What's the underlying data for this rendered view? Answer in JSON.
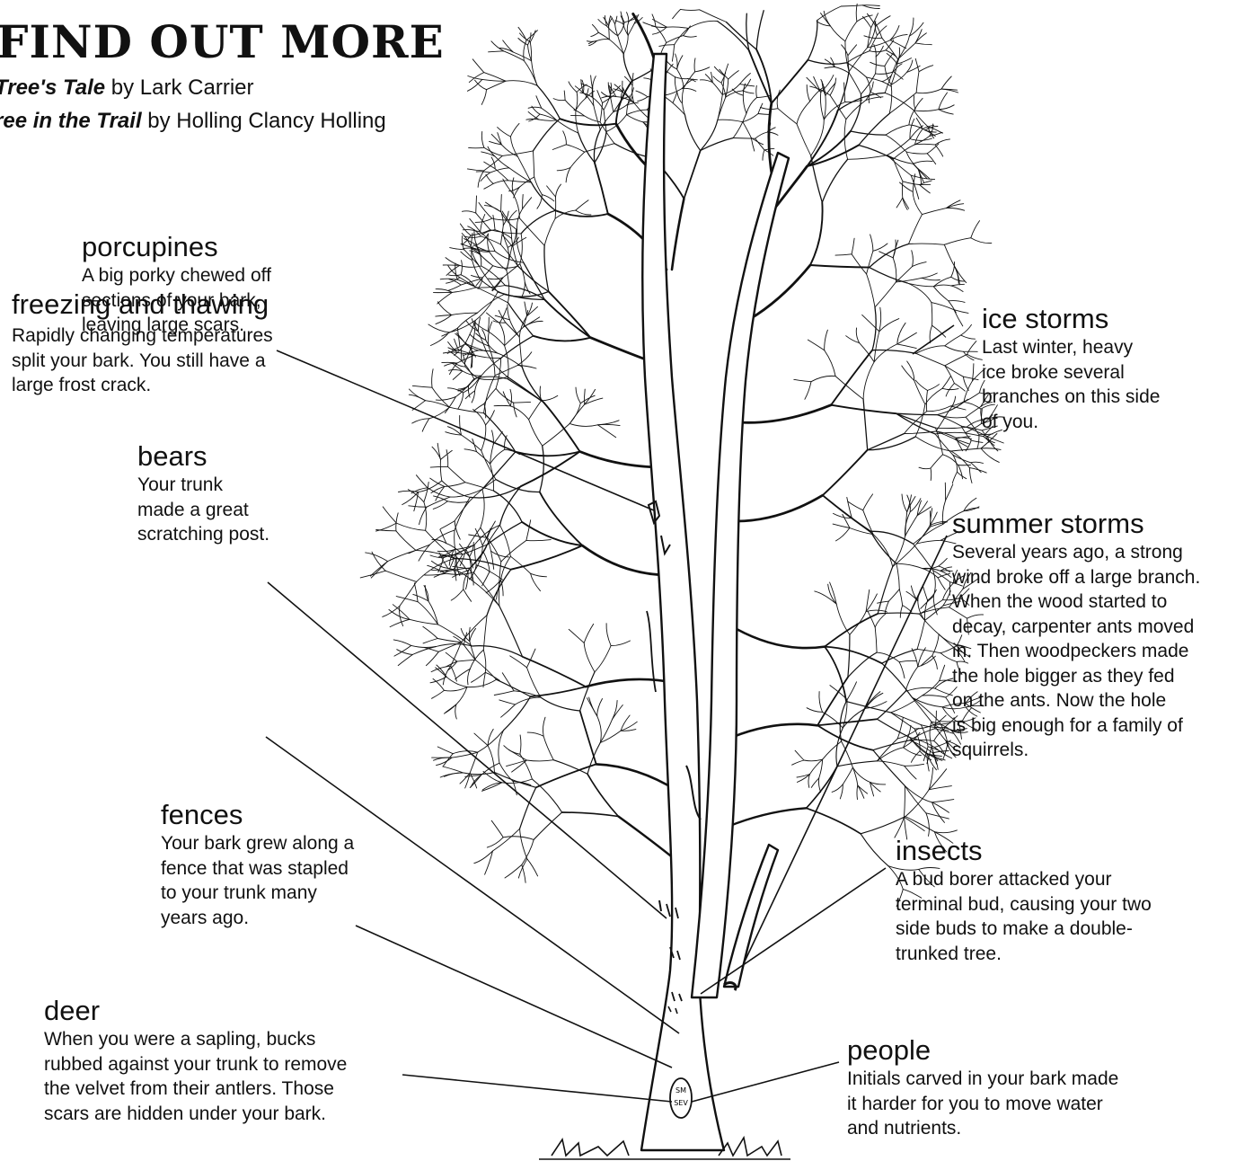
{
  "find_out_more": {
    "heading": "FIND OUT MORE",
    "books": [
      {
        "title": "Tree's Tale",
        "by": " by Lark Carrier"
      },
      {
        "title": "ree in the Trail",
        "by": " by Holling Clancy Holling"
      }
    ]
  },
  "labels": [
    {
      "title": "porcupines",
      "lines": [
        "A big porky chewed off",
        "sections of your bark,",
        "leaving large scars."
      ]
    },
    {
      "title": "ice storms",
      "lines": [
        "Last winter, heavy",
        "ice broke several",
        "branches on this side",
        "of you."
      ]
    },
    {
      "title": "bears",
      "lines": [
        "Your trunk",
        "made a great",
        "scratching post."
      ]
    },
    {
      "title": "summer storms",
      "lines": [
        "Several years ago, a strong",
        "wind broke off a large branch.",
        "When the wood started to",
        "decay, carpenter ants moved",
        "in. Then woodpeckers made",
        "the hole bigger as they fed",
        "on the ants. Now the hole",
        "is big enough for a family of",
        "squirrels."
      ]
    },
    {
      "title": "freezing and thawing",
      "lines": [
        "Rapidly changing temperatures",
        "split your bark. You still have a",
        "large frost crack."
      ]
    },
    {
      "title": "fences",
      "lines": [
        "Your bark grew along a",
        "fence that was stapled",
        "to your trunk many",
        "years ago."
      ]
    },
    {
      "title": "insects",
      "lines": [
        "A bud borer attacked your",
        "terminal bud, causing your two",
        "side buds to make a double-",
        "trunked tree."
      ]
    },
    {
      "title": "deer",
      "lines": [
        "When you were a sapling, bucks",
        "rubbed against your trunk to remove",
        "the velvet from their antlers. Those",
        "scars are hidden under your bark."
      ]
    },
    {
      "title": "people",
      "lines": [
        "Initials carved in your bark made",
        "it harder for you to move water",
        "and nutrients."
      ]
    }
  ],
  "initials_carving": [
    "SM",
    "SEV"
  ]
}
